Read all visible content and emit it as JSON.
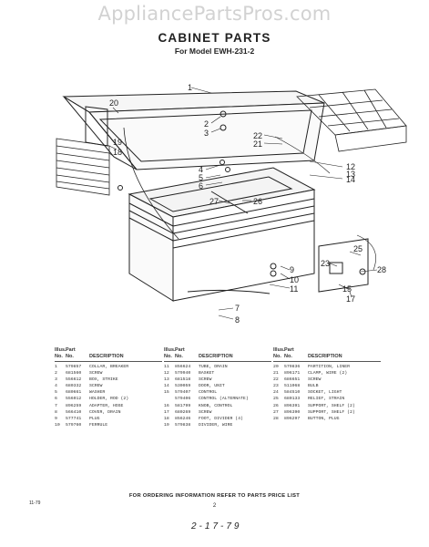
{
  "watermark": "AppliancePartsPros.com",
  "title": "CABINET PARTS",
  "subtitle": "For Model EWH-231-2",
  "callouts": [
    "1",
    "2",
    "3",
    "4",
    "5",
    "6",
    "7",
    "8",
    "9",
    "10",
    "11",
    "12",
    "13",
    "14",
    "15",
    "17",
    "18",
    "19",
    "20",
    "21",
    "22",
    "23",
    "25",
    "26",
    "27",
    "28"
  ],
  "legend": {
    "header_line1": [
      "Illus.",
      "Part",
      ""
    ],
    "header_line2": [
      "No.",
      "No.",
      "DESCRIPTION"
    ],
    "columns": [
      [
        [
          "1",
          "579857",
          "COLLAR, BREAKER"
        ],
        [
          "2",
          "681560",
          "SCREW"
        ],
        [
          "3",
          "556612",
          "BOX, STRIKE"
        ],
        [
          "4",
          "680332",
          "SCREW"
        ],
        [
          "5",
          "680661",
          "WASHER"
        ],
        [
          "6",
          "556012",
          "HOLDER, ROD (2)"
        ],
        [
          "7",
          "896259",
          "ADAPTER, HOSE"
        ],
        [
          "8",
          "566410",
          "COVER, DRAIN"
        ],
        [
          "9",
          "577741",
          "PLUG"
        ],
        [
          "10",
          "579760",
          "FERRULE"
        ]
      ],
      [
        [
          "11",
          "856624",
          "TUBE, DRAIN"
        ],
        [
          "12",
          "579940",
          "BASKET"
        ],
        [
          "13",
          "681518",
          "SCREW"
        ],
        [
          "14",
          "530059",
          "DOOR, UNIT"
        ],
        [
          "15",
          "579407",
          "CONTROL"
        ],
        [
          "",
          "579406",
          "CONTROL (ALTERNATE)"
        ],
        [
          "16",
          "581799",
          "KNOB, CONTROL"
        ],
        [
          "17",
          "680269",
          "SCREW"
        ],
        [
          "18",
          "856246",
          "FOOT, DIVIDER (4)"
        ],
        [
          "19",
          "579838",
          "DIVIDER, WIRE"
        ]
      ],
      [
        [
          "20",
          "579836",
          "PARTITION, LINER"
        ],
        [
          "21",
          "896171",
          "CLAMP, WIRE (2)"
        ],
        [
          "22",
          "686651",
          "SCREW"
        ],
        [
          "23",
          "511068",
          "BULB"
        ],
        [
          "24",
          "584510",
          "SOCKET, LIGHT"
        ],
        [
          "25",
          "680133",
          "RELIEF, STRAIN"
        ],
        [
          "26",
          "896391",
          "SUPPORT, SHELF (2)"
        ],
        [
          "27",
          "896390",
          "SUPPORT, SHELF (2)"
        ],
        [
          "28",
          "896297",
          "BUTTON, PLUG"
        ]
      ]
    ]
  },
  "footer": "FOR ORDERING INFORMATION REFER TO PARTS PRICE LIST",
  "page_number": "2",
  "doc_code": "11-79",
  "handwritten": "2-17-79"
}
